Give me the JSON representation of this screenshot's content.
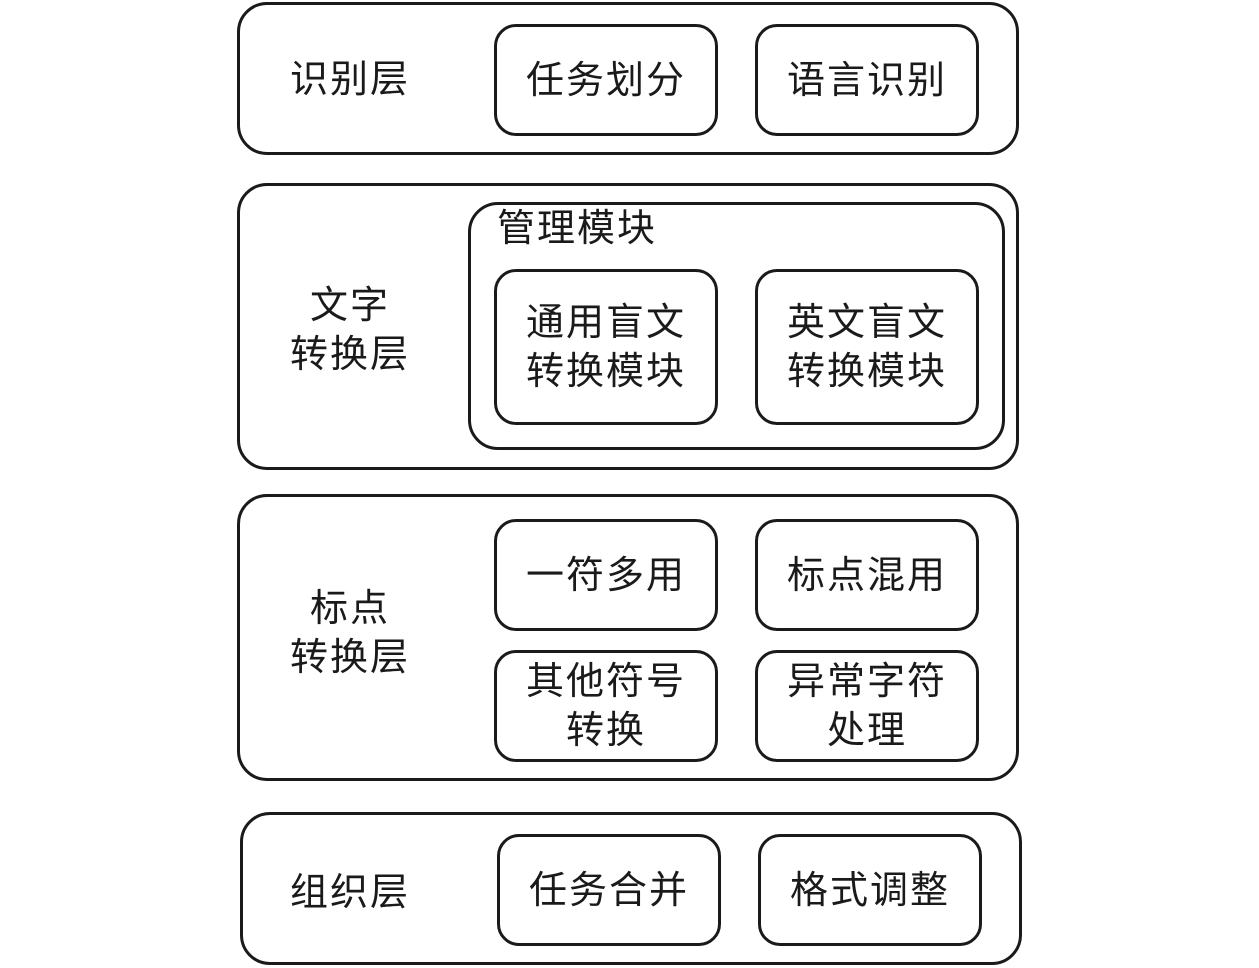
{
  "layers": {
    "recognition": {
      "label": "识别层",
      "boxes": [
        "任务划分",
        "语言识别"
      ]
    },
    "text_conversion": {
      "label": "文字\n转换层",
      "management": {
        "label": "管理模块",
        "boxes": [
          "通用盲文\n转换模块",
          "英文盲文\n转换模块"
        ]
      }
    },
    "punctuation_conversion": {
      "label": "标点\n转换层",
      "boxes": [
        "一符多用",
        "标点混用",
        "其他符号\n转换",
        "异常字符\n处理"
      ]
    },
    "organization": {
      "label": "组织层",
      "boxes": [
        "任务合并",
        "格式调整"
      ]
    }
  },
  "colors": {
    "stroke": "#1a1a1a",
    "background": "#ffffff"
  }
}
